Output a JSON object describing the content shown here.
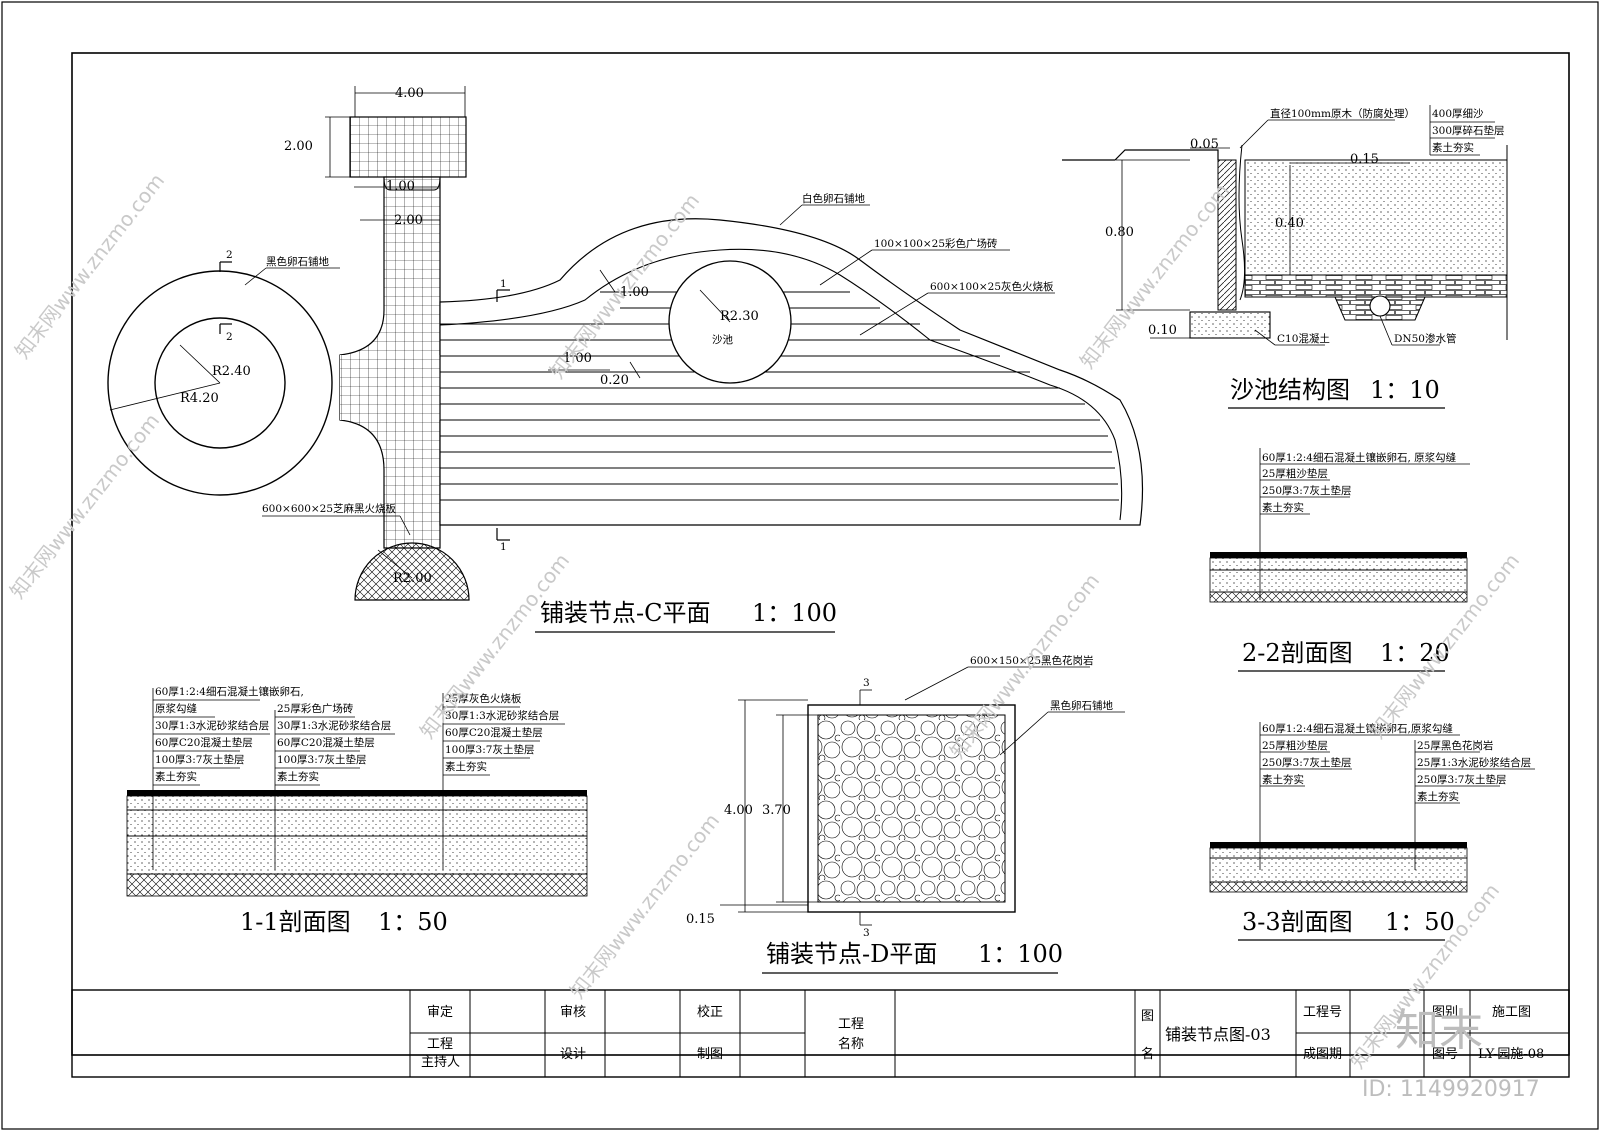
{
  "watermark": {
    "text": "知末网www.znzmo.com",
    "id": "ID: 1149920917",
    "logo": "知末"
  },
  "plan_c": {
    "title": "铺装节点-C平面",
    "scale": "1：100",
    "dims": {
      "w400": "4.00",
      "h200": "2.00",
      "n100": "1.00",
      "n200": "2.00",
      "r240": "R2.40",
      "r420": "R4.20",
      "r200": "R2.00",
      "r230": "R2.30",
      "c100": "1.00",
      "c100b": "1.00",
      "c020": "0.20"
    },
    "section_marks": {
      "s2": "2",
      "s1": "1"
    },
    "labels": {
      "black_pebble": "黑色卵石铺地",
      "sesame_tile": "600×600×25芝麻黑火烧板",
      "white_pebble": "白色卵石铺地",
      "color_brick": "100×100×25彩色广场砖",
      "grey_slab": "600×100×25灰色火烧板",
      "sandpit": "沙池"
    }
  },
  "sandpit_section": {
    "title": "沙池结构图",
    "scale": "1：10",
    "dims": {
      "d005": "0.05",
      "d015": "0.15",
      "d040": "0.40",
      "d080": "0.80",
      "d010": "0.10"
    },
    "labels": {
      "log": "直径100mm原木（防腐处理）",
      "l1": "400厚细沙",
      "l2": "300厚碎石垫层",
      "l3": "素土夯实",
      "concrete": "C10混凝土",
      "pipe": "DN50渗水管"
    }
  },
  "section_22": {
    "title": "2-2剖面图",
    "scale": "1：20",
    "layers": [
      "60厚1:2:4细石混凝土镶嵌卵石, 原浆勾缝",
      "25厚粗沙垫层",
      "250厚3:7灰土垫层",
      "素土夯实"
    ]
  },
  "section_11": {
    "title": "1-1剖面图",
    "scale": "1：50",
    "col1": [
      "60厚1:2:4细石混凝土镶嵌卵石,",
      "原浆勾缝",
      "30厚1:3水泥砂浆结合层",
      "60厚C20混凝土垫层",
      "100厚3:7灰土垫层",
      "素土夯实"
    ],
    "col2": [
      "25厚彩色广场砖",
      "30厚1:3水泥砂浆结合层",
      "60厚C20混凝土垫层",
      "100厚3:7灰土垫层",
      "素土夯实"
    ],
    "col3": [
      "25厚灰色火烧板",
      "30厚1:3水泥砂浆结合层",
      "60厚C20混凝土垫层",
      "100厚3:7灰土垫层",
      "素土夯实"
    ]
  },
  "plan_d": {
    "title": "铺装节点-D平面",
    "scale": "1：100",
    "dims": {
      "h400": "4.00",
      "h370": "3.70",
      "d015": "0.15"
    },
    "section_mark": "3",
    "labels": {
      "granite": "600×150×25黑色花岗岩",
      "pebble": "黑色卵石铺地"
    }
  },
  "section_33": {
    "title": "3-3剖面图",
    "scale": "1：50",
    "col1": [
      "60厚1:2:4细石混凝土镶嵌卵石,原浆勾缝",
      "25厚粗沙垫层",
      "250厚3:7灰土垫层",
      "素土夯实"
    ],
    "col2": [
      "25厚黑色花岗岩",
      "25厚1:3水泥砂浆结合层",
      "250厚3:7灰土垫层",
      "素土夯实"
    ]
  },
  "title_block": {
    "approve": "审定",
    "review": "审核",
    "correct": "校正",
    "host": "工程\n主持人",
    "host_l1": "工程",
    "host_l2": "主持人",
    "design": "设计",
    "draw": "制图",
    "project_l1": "工程",
    "project_l2": "名称",
    "figname_l1": "图",
    "figname_l2": "名",
    "figname": "铺装节点图-03",
    "proj_no": "工程号",
    "date": "成图期",
    "category": "图别",
    "category_val": "施工图",
    "fig_no": "图号",
    "fig_no_val": "LY-园施-08"
  }
}
